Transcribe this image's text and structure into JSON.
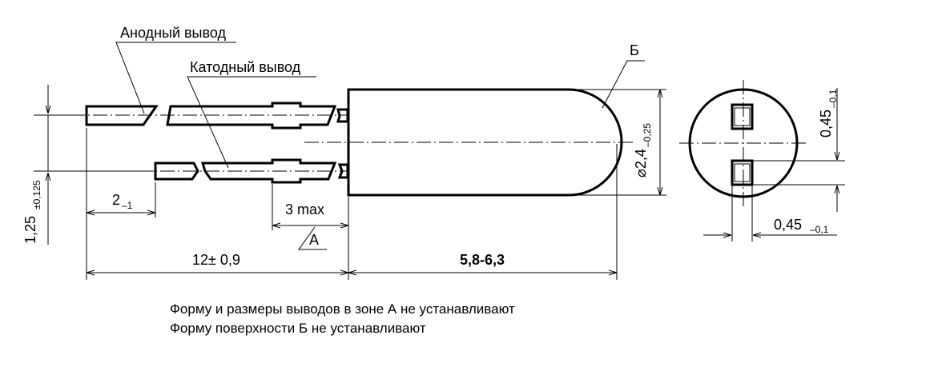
{
  "labels": {
    "anode_lead": "Анодный вывод",
    "cathode_lead": "Катодный вывод",
    "surface_mark": "Б",
    "zone_mark": "А"
  },
  "dimensions": {
    "lead_length_base": "2",
    "lead_length_tol": "–1",
    "zone_a": "3 max",
    "lead_total": "12± 0,9",
    "body_length": "5,8-6,3",
    "pitch_base": "1,25",
    "pitch_tol": "±0,125",
    "diameter_base": "⌀2,4",
    "diameter_tol": "–0,25",
    "lead_width_base": "0,45",
    "lead_width_tol": "–0,1",
    "lead_thick_base": "0,45",
    "lead_thick_tol": "–0,1"
  },
  "notes": [
    "Форму и размеры выводов в зоне А не устанавливают",
    "Форму поверхности Б не устанавливают"
  ]
}
